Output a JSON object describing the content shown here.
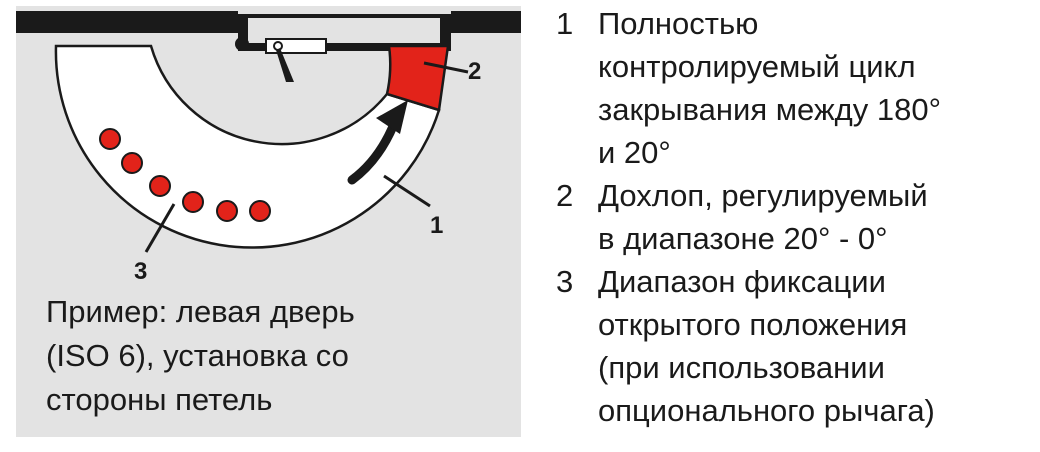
{
  "diagram": {
    "callouts": [
      "1",
      "2",
      "3"
    ],
    "caption_lines": [
      "Пример: левая дверь",
      "(ISO 6), установка со",
      "стороны петель"
    ]
  },
  "legend": [
    {
      "num": "1",
      "lines": [
        "Полностью",
        "контролируемый цикл",
        "закрывания между 180°",
        "и 20°"
      ]
    },
    {
      "num": "2",
      "lines": [
        "Дохлоп, регулируемый",
        "в диапазоне 20° - 0°"
      ]
    },
    {
      "num": "3",
      "lines": [
        "Диапазон фиксации",
        "открытого положения",
        "(при использовании",
        "опционального рычага)"
      ]
    }
  ],
  "colors": {
    "accent_red": "#e2231a",
    "frame_dark": "#1a1a1a",
    "panel_gray": "#e3e3e3"
  }
}
